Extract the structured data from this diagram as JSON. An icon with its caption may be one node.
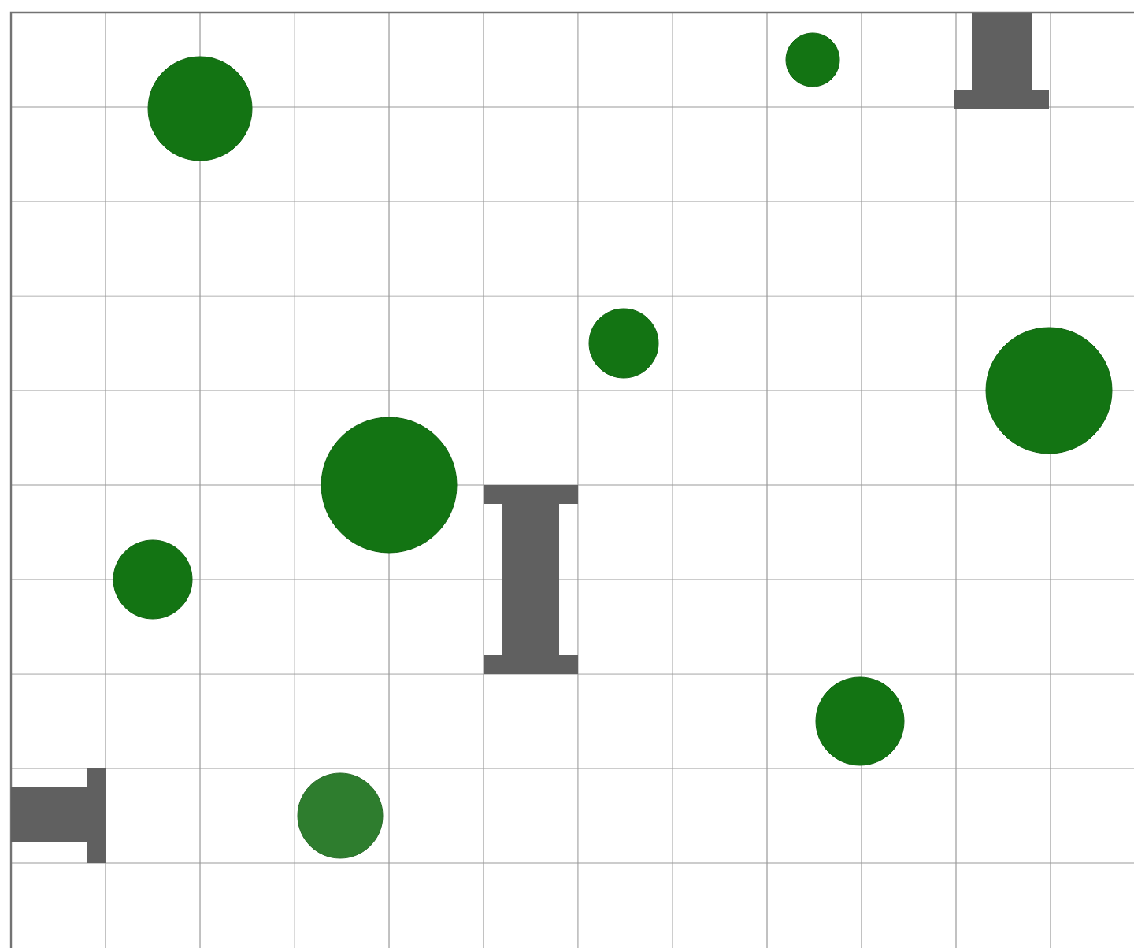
{
  "diagram": {
    "nodes": [
      {
        "text": [],
        "shape": "bar"
      },
      {
        "text": [],
        "shape": "circle"
      },
      {
        "text": [],
        "shape": "circle"
      },
      {
        "text": [],
        "shape": "circle"
      },
      {
        "text": [],
        "shape": "circle"
      },
      {
        "text": [],
        "shape": "circle"
      },
      {
        "text": [],
        "shape": "bar"
      },
      {
        "text": [],
        "shape": "circle"
      },
      {
        "text": [],
        "shape": "circle"
      },
      {
        "text": [],
        "shape": "bar"
      },
      {
        "text": [],
        "shape": "circle"
      }
    ]
  }
}
